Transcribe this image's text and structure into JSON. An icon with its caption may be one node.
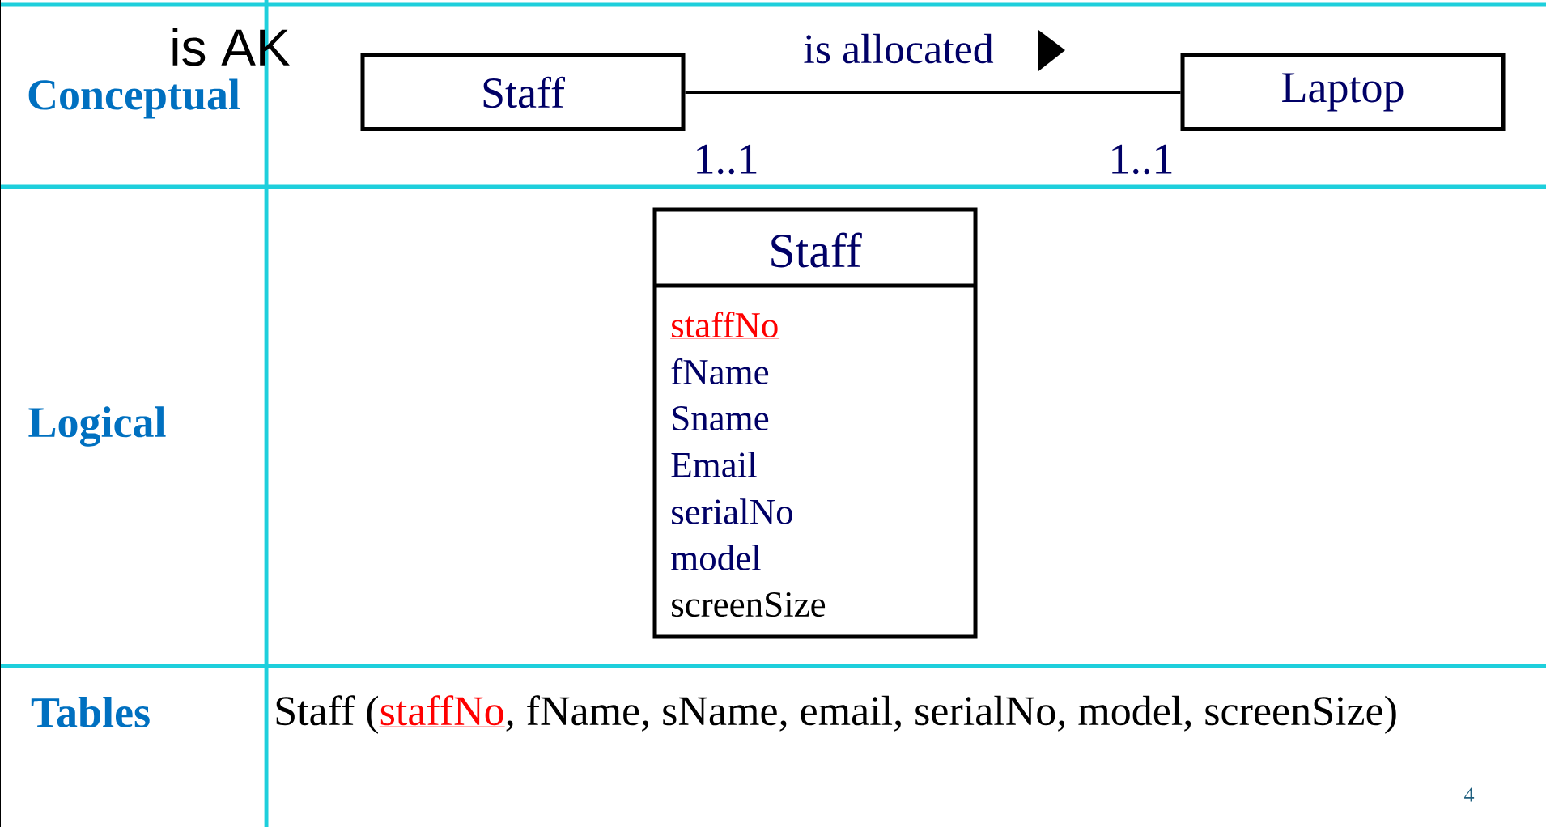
{
  "diagram": {
    "nodes": [
      {
        "text": [
          "Staff"
        ]
      },
      {
        "text": [
          "Laptop"
        ]
      },
      {
        "text": [
          "Staff",
          "staffNo",
          "fName",
          "Sname",
          "Email",
          "serialNo",
          "model",
          "screenSize"
        ]
      }
    ],
    "edges": [
      {
        "from": 0,
        "to": 1,
        "arrow": "none",
        "label": "is allocated"
      }
    ],
    "labels": [
      "is AK",
      "Conceptual",
      "1..1",
      "1..1",
      "Logical",
      "Tables",
      "Staff (",
      "staffNo",
      ", fName, sName, email, serialNo, model, screenSize)",
      "4"
    ]
  }
}
